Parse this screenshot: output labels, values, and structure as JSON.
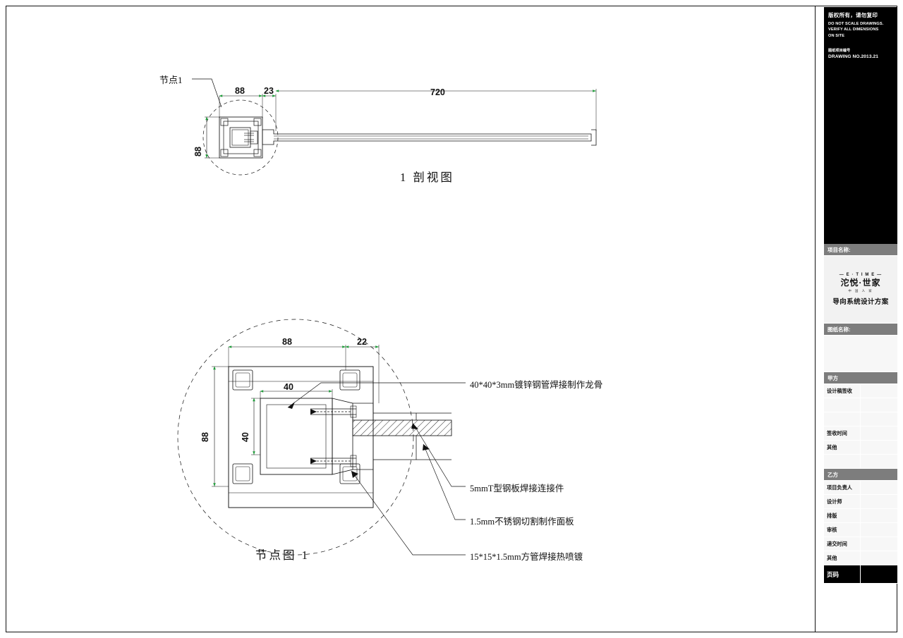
{
  "titleblock": {
    "copyright_cn": "版权所有，请勿复印",
    "copyright_en": "DO NOT SCALE DRAWINGS.\nVERIFY ALL DIMENSIONS\nON SITE",
    "drawing_no_cn": "图纸项目编号",
    "drawing_no_en": "DRAWING NO.2013.21",
    "project_name_header": "项目名称:",
    "logo_brand_en": "— E · T I M E —",
    "logo_brand_cn": "沱悦·世家",
    "logo_brand_sub": "中 国 人 家",
    "logo_plan": "导向系统设计方案",
    "drawing_name_header": "图纸名称:",
    "party_a_header": "甲方",
    "party_a_rows": [
      {
        "label": "设计稿签收",
        "value": ""
      },
      {
        "label": "",
        "value": ""
      },
      {
        "label": "",
        "value": ""
      },
      {
        "label": "签收时间",
        "value": ""
      },
      {
        "label": "其他",
        "value": ""
      },
      {
        "label": "",
        "value": ""
      }
    ],
    "party_b_header": "乙方",
    "party_b_rows": [
      {
        "label": "项目负责人",
        "value": ""
      },
      {
        "label": "设计师",
        "value": ""
      },
      {
        "label": "排版",
        "value": ""
      },
      {
        "label": "审核",
        "value": ""
      },
      {
        "label": "递交时间",
        "value": ""
      },
      {
        "label": "其他",
        "value": ""
      }
    ],
    "page_label": "页码",
    "page_value": ""
  },
  "drawing": {
    "section_view": {
      "leader_label": "节点1",
      "title": "1 剖视图",
      "dim_width_88": "88",
      "dim_gap_23": "23",
      "dim_length_720": "720",
      "dim_height_88": "88"
    },
    "detail_view": {
      "title": "节点图 1",
      "dim_outer_88": "88",
      "dim_right_22": "22",
      "dim_left_88": "88",
      "dim_inner_40_h": "40",
      "dim_inner_40_v": "40"
    },
    "annotations": [
      "40*40*3mm镀锌钢管焊接制作龙骨",
      "5mmT型钢板焊接连接件",
      "1.5mm不锈钢切割制作面板",
      "15*15*1.5mm方管焊接热喷镀"
    ]
  },
  "colors": {
    "line": "#111111",
    "dim_arrow": "#1f9d3a",
    "header_gray": "#7d7d7d",
    "black": "#000000"
  }
}
